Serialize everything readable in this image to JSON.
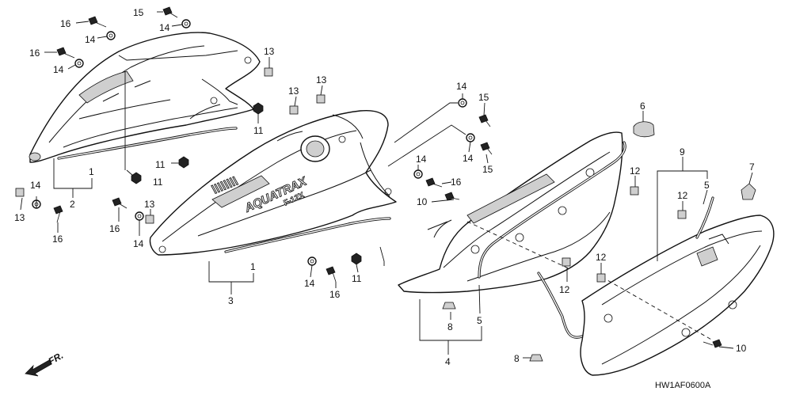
{
  "diagram_code": "HW1AF0600A",
  "direction_label": "FR.",
  "decals": {
    "model_name": "AQUATRAX",
    "model_suffix": "F-12X",
    "brand_mark": "\\\\\\\\\\\\\\\\"
  },
  "callouts": [
    {
      "id": "c16a",
      "label": "16"
    },
    {
      "id": "c15a",
      "label": "15"
    },
    {
      "id": "c14a",
      "label": "14"
    },
    {
      "id": "c14b",
      "label": "14"
    },
    {
      "id": "c16b",
      "label": "16"
    },
    {
      "id": "c14c",
      "label": "14"
    },
    {
      "id": "c13a",
      "label": "13"
    },
    {
      "id": "c11a",
      "label": "11"
    },
    {
      "id": "c13b",
      "label": "13"
    },
    {
      "id": "c13c",
      "label": "13"
    },
    {
      "id": "c1a",
      "label": "1"
    },
    {
      "id": "c2",
      "label": "2"
    },
    {
      "id": "c11b",
      "label": "11"
    },
    {
      "id": "c11c",
      "label": "11"
    },
    {
      "id": "c14d",
      "label": "14"
    },
    {
      "id": "c13d",
      "label": "13"
    },
    {
      "id": "c16c",
      "label": "16"
    },
    {
      "id": "c16d",
      "label": "16"
    },
    {
      "id": "c14e",
      "label": "14"
    },
    {
      "id": "c13e",
      "label": "13"
    },
    {
      "id": "c1b",
      "label": "1"
    },
    {
      "id": "c3",
      "label": "3"
    },
    {
      "id": "c14f",
      "label": "14"
    },
    {
      "id": "c16e",
      "label": "16"
    },
    {
      "id": "c11d",
      "label": "11"
    },
    {
      "id": "c14g",
      "label": "14"
    },
    {
      "id": "c15b",
      "label": "15"
    },
    {
      "id": "c14h",
      "label": "14"
    },
    {
      "id": "c15c",
      "label": "15"
    },
    {
      "id": "c14i",
      "label": "14"
    },
    {
      "id": "c16f",
      "label": "16"
    },
    {
      "id": "c10a",
      "label": "10"
    },
    {
      "id": "c6",
      "label": "6"
    },
    {
      "id": "c12a",
      "label": "12"
    },
    {
      "id": "c12b",
      "label": "12"
    },
    {
      "id": "c12c",
      "label": "12"
    },
    {
      "id": "c12d",
      "label": "12"
    },
    {
      "id": "c9",
      "label": "9"
    },
    {
      "id": "c7",
      "label": "7"
    },
    {
      "id": "c5a",
      "label": "5"
    },
    {
      "id": "c5b",
      "label": "5"
    },
    {
      "id": "c8a",
      "label": "8"
    },
    {
      "id": "c8b",
      "label": "8"
    },
    {
      "id": "c4",
      "label": "4"
    },
    {
      "id": "c10b",
      "label": "10"
    }
  ]
}
